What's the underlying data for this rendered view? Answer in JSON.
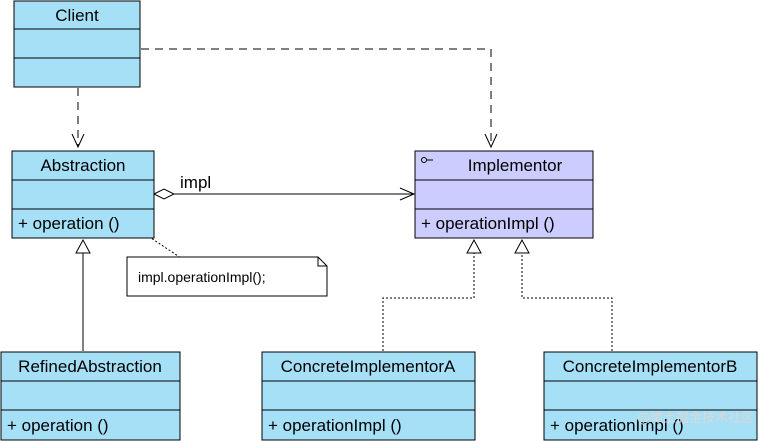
{
  "classes": {
    "client": {
      "name": "Client",
      "operation": ""
    },
    "abstraction": {
      "name": "Abstraction",
      "operation": "+  operation ()"
    },
    "implementor": {
      "name": "Implementor",
      "operation": "+  operationImpl ()"
    },
    "refined": {
      "name": "RefinedAbstraction",
      "operation": "+  operation ()"
    },
    "concreteA": {
      "name": "ConcreteImplementorA",
      "operation": "+  operationImpl ()"
    },
    "concreteB": {
      "name": "ConcreteImplementorB",
      "operation": "+  operationImpl ()"
    }
  },
  "association_label": "impl",
  "note_text": "impl.operationImpl();",
  "watermark": "@稀土掘金技术社区",
  "colors": {
    "class_fill": "#a6e0f7",
    "interface_fill": "#ccccff",
    "border": "#000000",
    "note_fill": "#ffffff"
  },
  "icons": {
    "interface_marker": "interface-marker-icon"
  }
}
